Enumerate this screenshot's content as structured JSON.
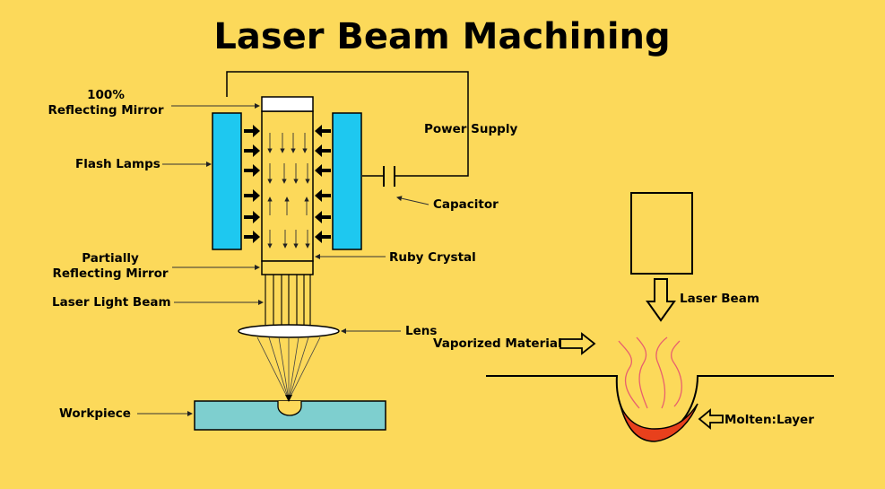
{
  "title": "Laser Beam Machining",
  "labels": {
    "mirror_full_1": "100%",
    "mirror_full_2": "Reflecting Mirror",
    "flash_lamps": "Flash Lamps",
    "power_supply": "Power Supply",
    "capacitor": "Capacitor",
    "partial_mirror_1": "Partially",
    "partial_mirror_2": "Reflecting Mirror",
    "ruby_crystal": "Ruby Crystal",
    "laser_light_beam": "Laser Light Beam",
    "lens": "Lens",
    "workpiece": "Workpiece",
    "laser_beam": "Laser Beam",
    "vaporized_material": "Vaporized Material",
    "molten_layer": "Molten:Layer"
  },
  "colors": {
    "background": "#fcd95a",
    "flash_lamp": "#1ec8f0",
    "workpiece": "#7ecfcf",
    "molten": "#e8401c",
    "vapor": "#e8606e",
    "mirror": "#ffffff"
  }
}
